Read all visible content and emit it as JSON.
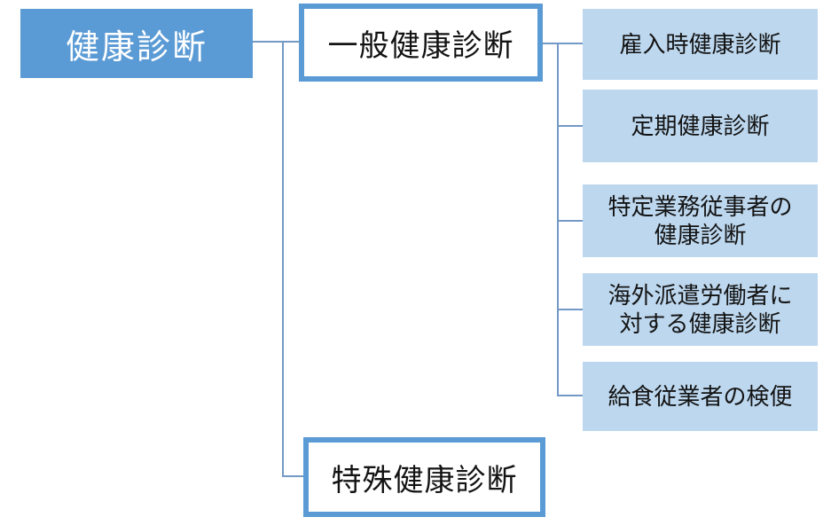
{
  "diagram": {
    "title_hint": "health-examination-hierarchy",
    "colors": {
      "root_fill": "#5B9BD5",
      "root_text": "#FFFFFF",
      "level2_border": "#5B9BD5",
      "level2_fill": "#FFFFFF",
      "leaf_fill": "#BDD7EE",
      "node_text": "#131313",
      "connector": "#7399C6",
      "background": "#FFFFFF"
    },
    "root": {
      "label": "健康診断"
    },
    "level2": [
      {
        "label": "一般健康診断"
      },
      {
        "label": "特殊健康診断"
      }
    ],
    "leaves": [
      {
        "label": "雇入時健康診断"
      },
      {
        "label": "定期健康診断"
      },
      {
        "label": "特定業務従事者の\n健康診断"
      },
      {
        "label": "海外派遣労働者に\n対する健康診断"
      },
      {
        "label": "給食従業者の検便"
      }
    ]
  }
}
